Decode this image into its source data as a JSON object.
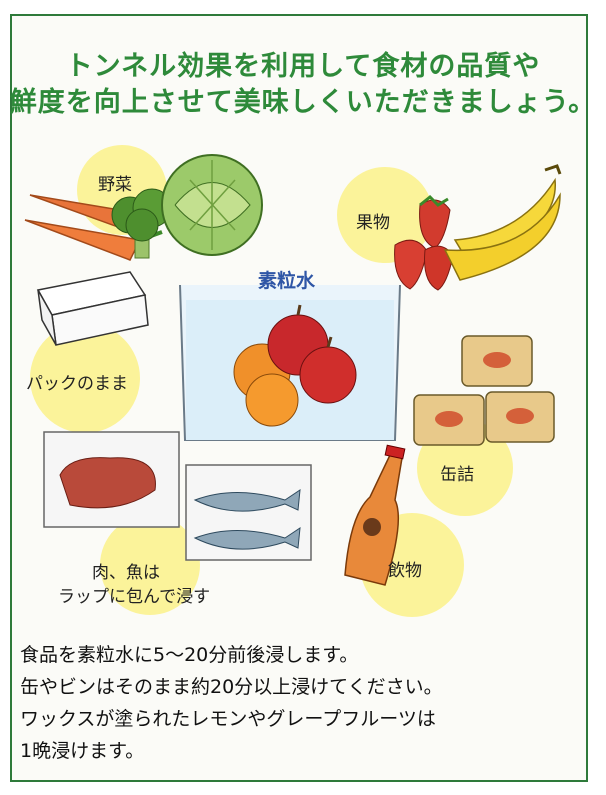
{
  "headline": {
    "line1": "トンネル効果を利用して食材の品質や",
    "line2": "鮮度を向上させて美味しくいただきましょう。"
  },
  "labels": {
    "vegetables": "野菜",
    "fruits": "果物",
    "water": "素粒水",
    "pack": "パックのまま",
    "cans": "缶詰",
    "meat_fish_line1": "肉、魚は",
    "meat_fish_line2": "ラップに包んで浸す",
    "drinks": "飲物"
  },
  "instructions": [
    "食品を素粒水に5〜20分前後浸します。",
    "缶やビンはそのまま約20分以上浸けてください。",
    "ワックスが塗られたレモンやグレープフルーツは",
    "1晩浸けます。"
  ],
  "colors": {
    "headline_green": "#2e8a3a",
    "frame_green": "#2e7a3a",
    "water_label_blue": "#2f56a6",
    "highlight_yellow": "#fbf39a"
  }
}
